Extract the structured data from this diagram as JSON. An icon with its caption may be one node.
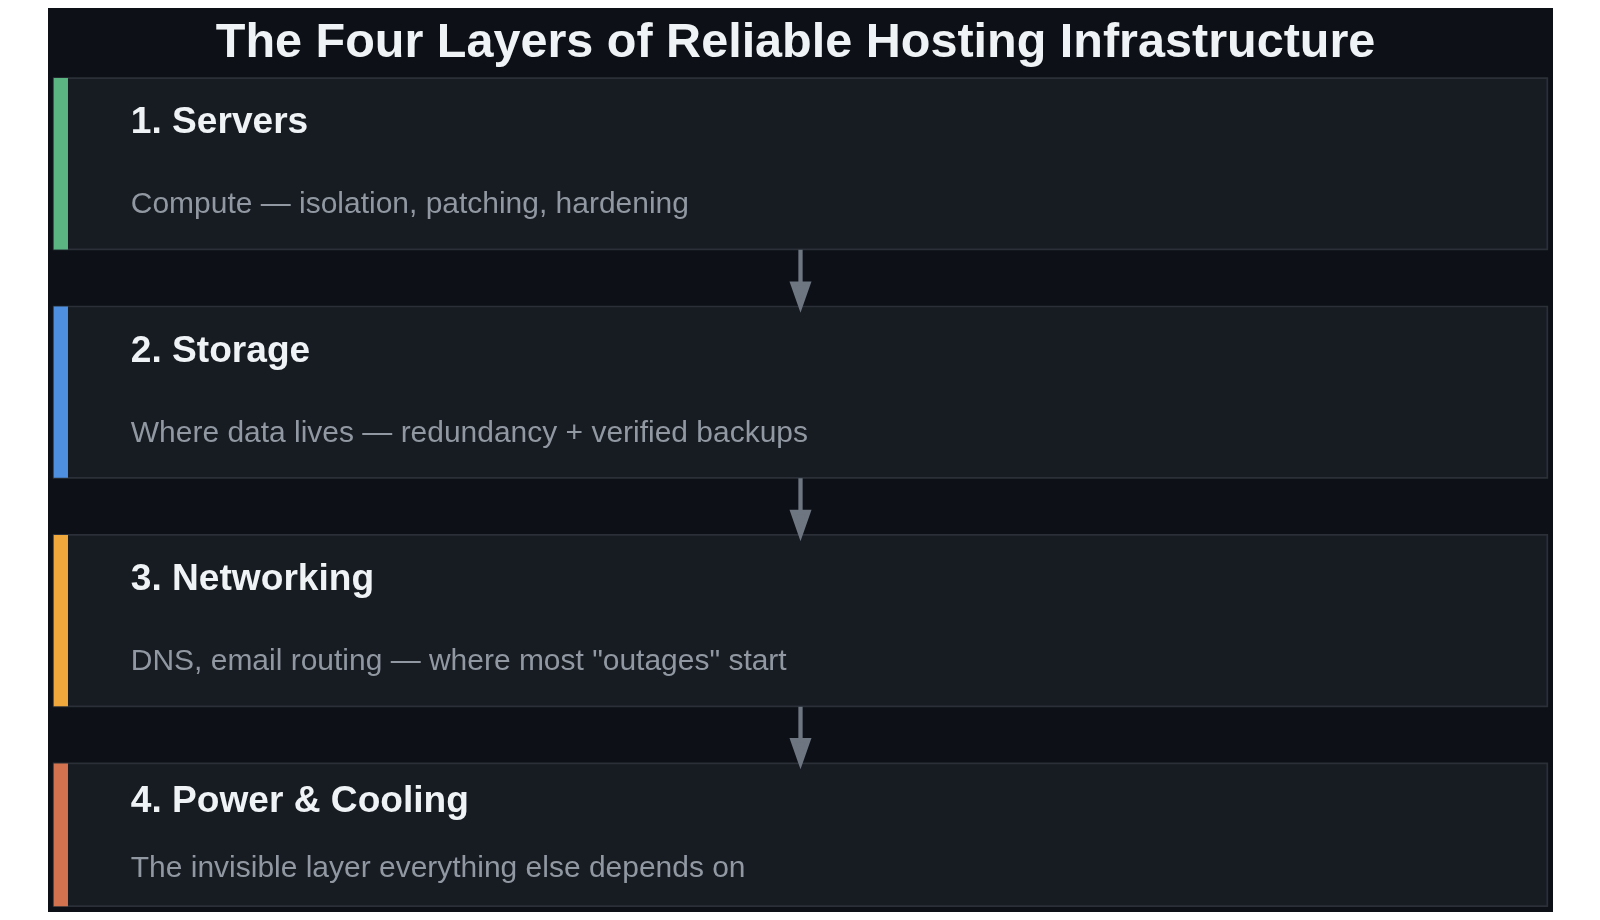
{
  "diagram": {
    "title": "The Four Layers of Reliable Hosting Infrastructure",
    "nodes": [
      {
        "text": [
          "1. Servers",
          "Compute — isolation, patching, hardening"
        ]
      },
      {
        "text": [
          "2. Storage",
          "Where data lives — redundancy + verified backups"
        ]
      },
      {
        "text": [
          "3. Networking",
          "DNS, email routing — where most \"outages\" start"
        ]
      },
      {
        "text": [
          "4. Power & Cooling",
          "The invisible layer everything else depends on"
        ]
      }
    ],
    "edges": [
      {
        "from": 0,
        "to": 1,
        "arrow": "to"
      },
      {
        "from": 1,
        "to": 2,
        "arrow": "to"
      },
      {
        "from": 2,
        "to": 3,
        "arrow": "to"
      }
    ]
  }
}
